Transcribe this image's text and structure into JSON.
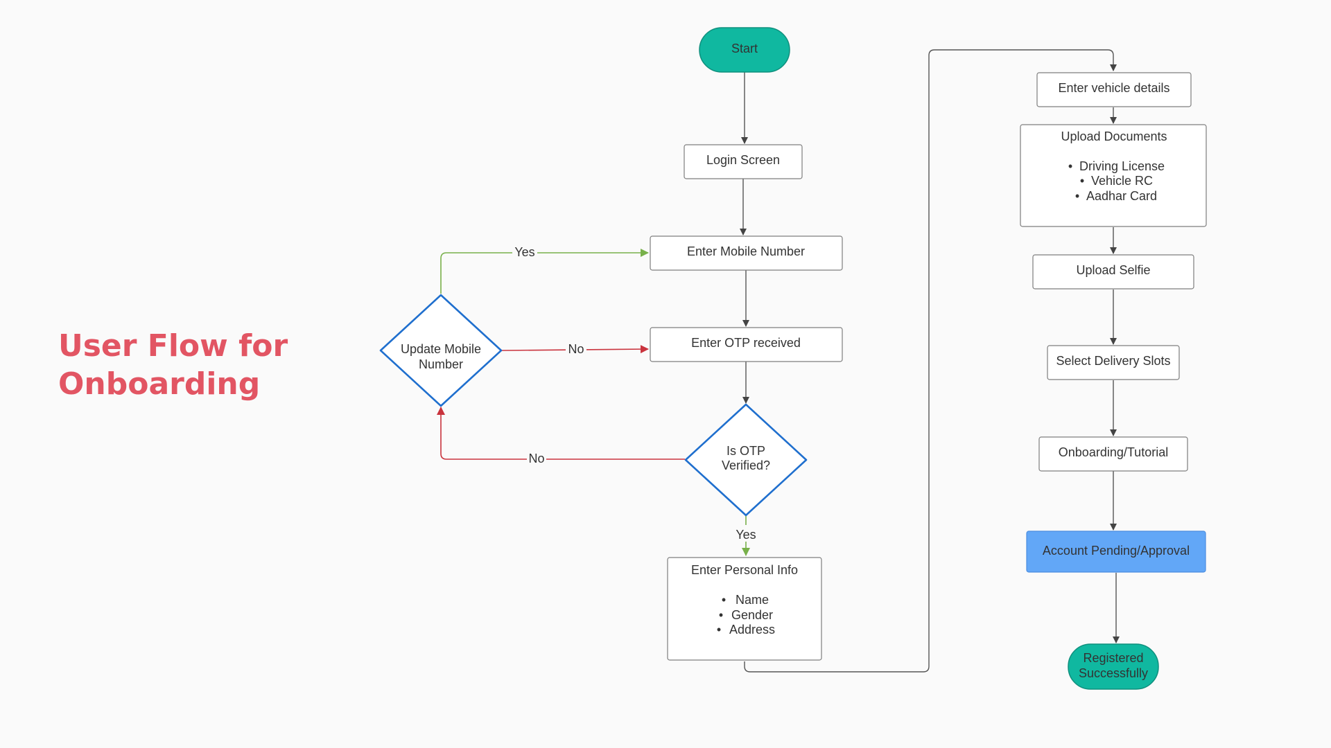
{
  "title": {
    "line1": "User Flow for",
    "line2": "Onboarding"
  },
  "nodes": {
    "start": "Start",
    "login": "Login Screen",
    "mobile": "Enter Mobile Number",
    "otp": "Enter OTP received",
    "verified_line1": "Is OTP",
    "verified_line2": "Verified?",
    "update_line1": "Update Mobile",
    "update_line2": "Number",
    "personal_title": "Enter Personal Info",
    "personal_items": [
      "Name",
      "Gender",
      "Address"
    ],
    "vehicle": "Enter vehicle details",
    "documents_title": "Upload Documents",
    "documents_items": [
      "Driving License",
      "Vehicle RC",
      "Aadhar Card"
    ],
    "selfie": "Upload Selfie",
    "slots": "Select Delivery Slots",
    "tutorial": "Onboarding/Tutorial",
    "pending": "Account Pending/Approval",
    "registered_line1": "Registered",
    "registered_line2": "Successfully"
  },
  "edge_labels": {
    "update_to_mobile": "Yes",
    "update_to_otp": "No",
    "verified_to_update": "No",
    "verified_to_personal": "Yes"
  },
  "colors": {
    "title": "#e25563",
    "terminal": "#10b8a0",
    "decision_border": "#1f6fce",
    "highlight": "#62a7f7",
    "yes_edge": "#78b04a",
    "no_edge": "#c9333d"
  }
}
